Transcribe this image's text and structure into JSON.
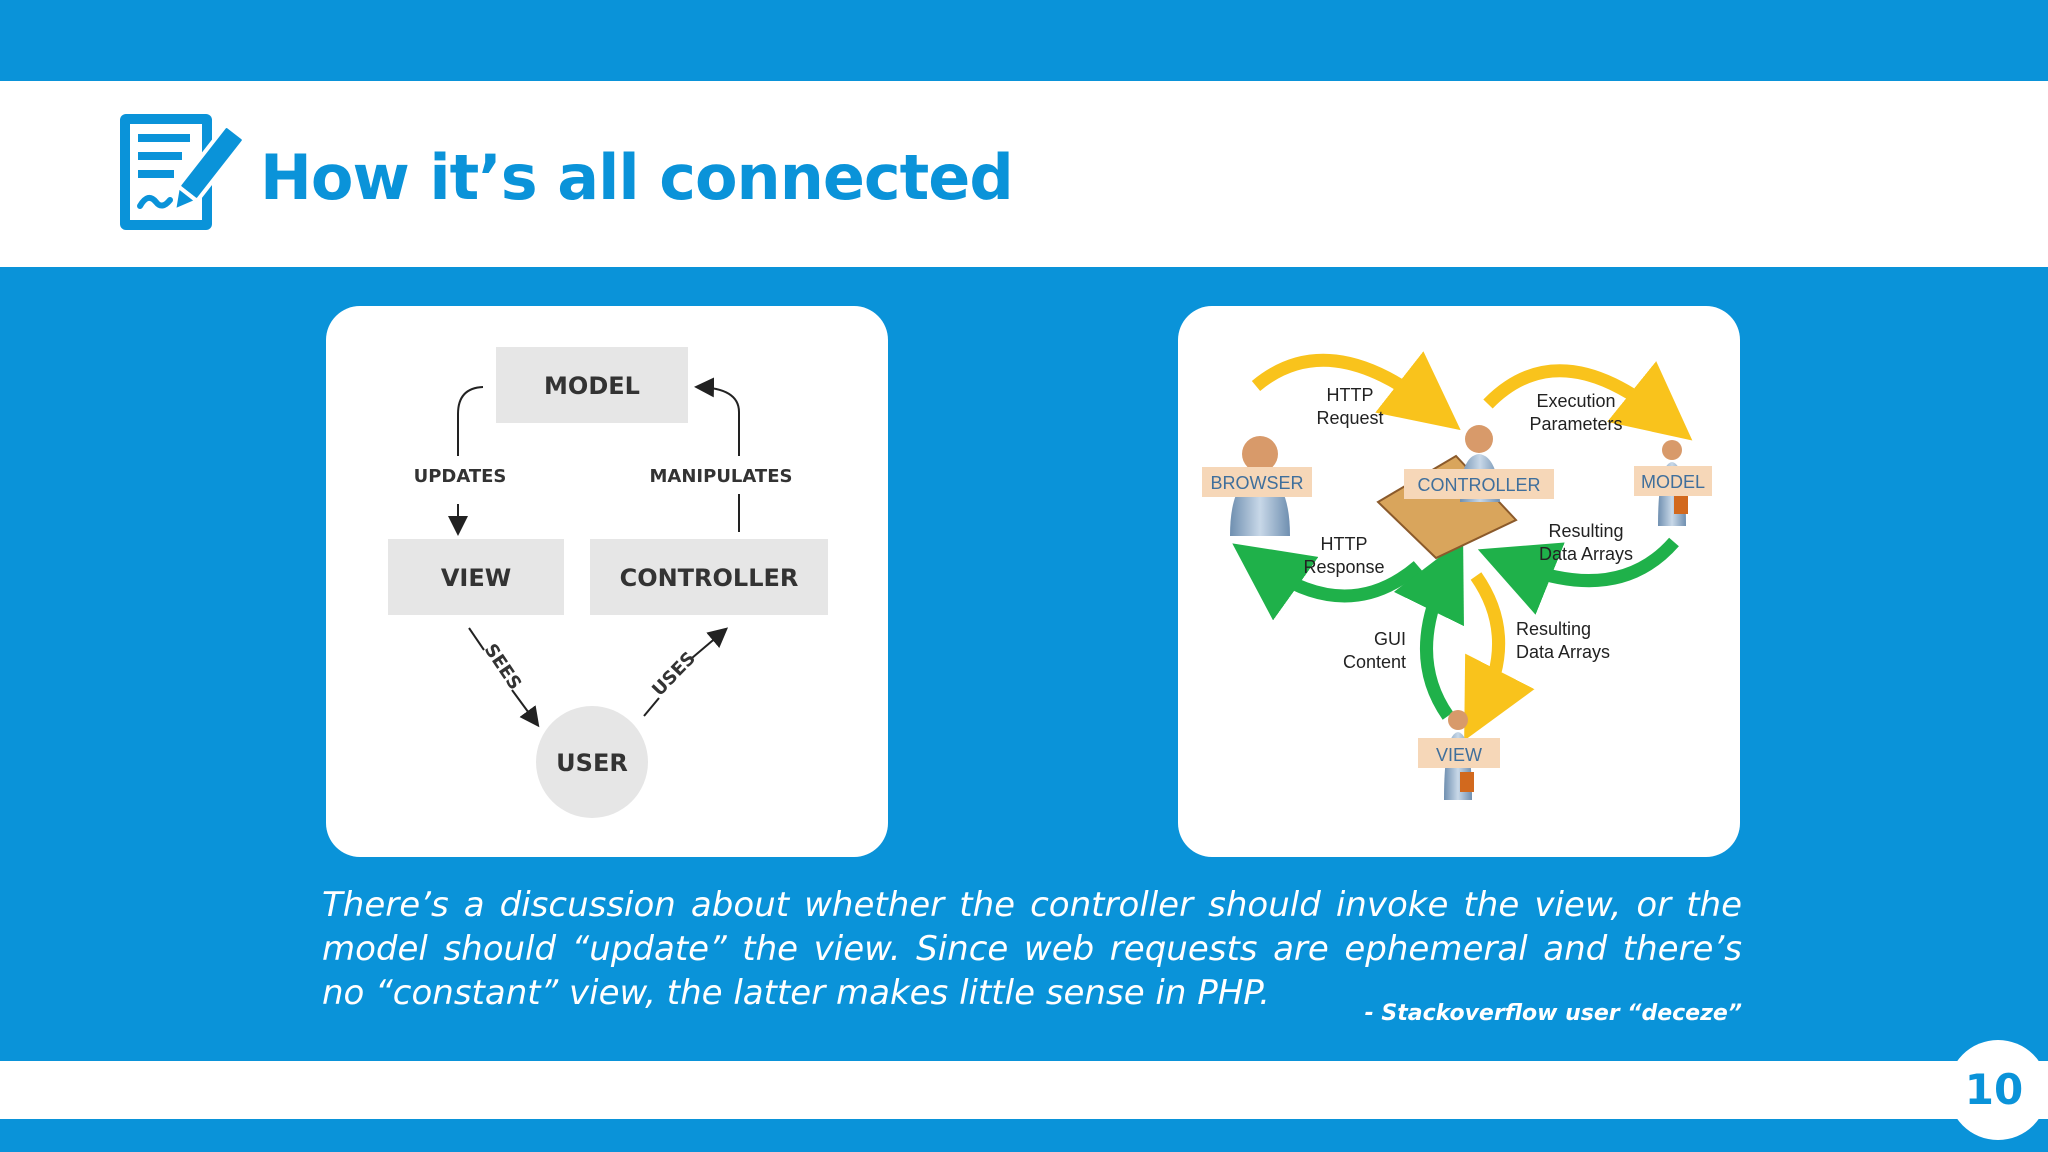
{
  "title": "How it’s all connected",
  "icon": "edit-document-icon",
  "colors": {
    "accent": "#0a93d9",
    "box": "#e6e6e6",
    "arrow_yellow": "#f9c31c",
    "arrow_green": "#1fb14a"
  },
  "left_diagram": {
    "nodes": {
      "model": "MODEL",
      "view": "VIEW",
      "controller": "CONTROLLER",
      "user": "USER"
    },
    "relations": {
      "updates": "UPDATES",
      "manipulates": "MANIPULATES",
      "sees": "SEES",
      "uses": "USES"
    }
  },
  "right_diagram": {
    "roles": {
      "browser": "BROWSER",
      "controller": "CONTROLLER",
      "model": "MODEL",
      "view": "VIEW"
    },
    "labels": {
      "http_request": [
        "HTTP",
        "Request"
      ],
      "execution_parameters": [
        "Execution",
        "Parameters"
      ],
      "http_response": [
        "HTTP",
        "Response"
      ],
      "resulting_data_arrays_1": [
        "Resulting",
        "Data Arrays"
      ],
      "gui_content": [
        "GUI",
        "Content"
      ],
      "resulting_data_arrays_2": [
        "Resulting",
        "Data Arrays"
      ]
    }
  },
  "quote": "There’s a discussion about whether the controller should invoke the view, or the model should “update” the view. Since web requests are ephemeral and there’s no “constant” view, the latter makes little sense in PHP.",
  "attribution": "- Stackoverflow user “deceze”",
  "page_number": "10"
}
